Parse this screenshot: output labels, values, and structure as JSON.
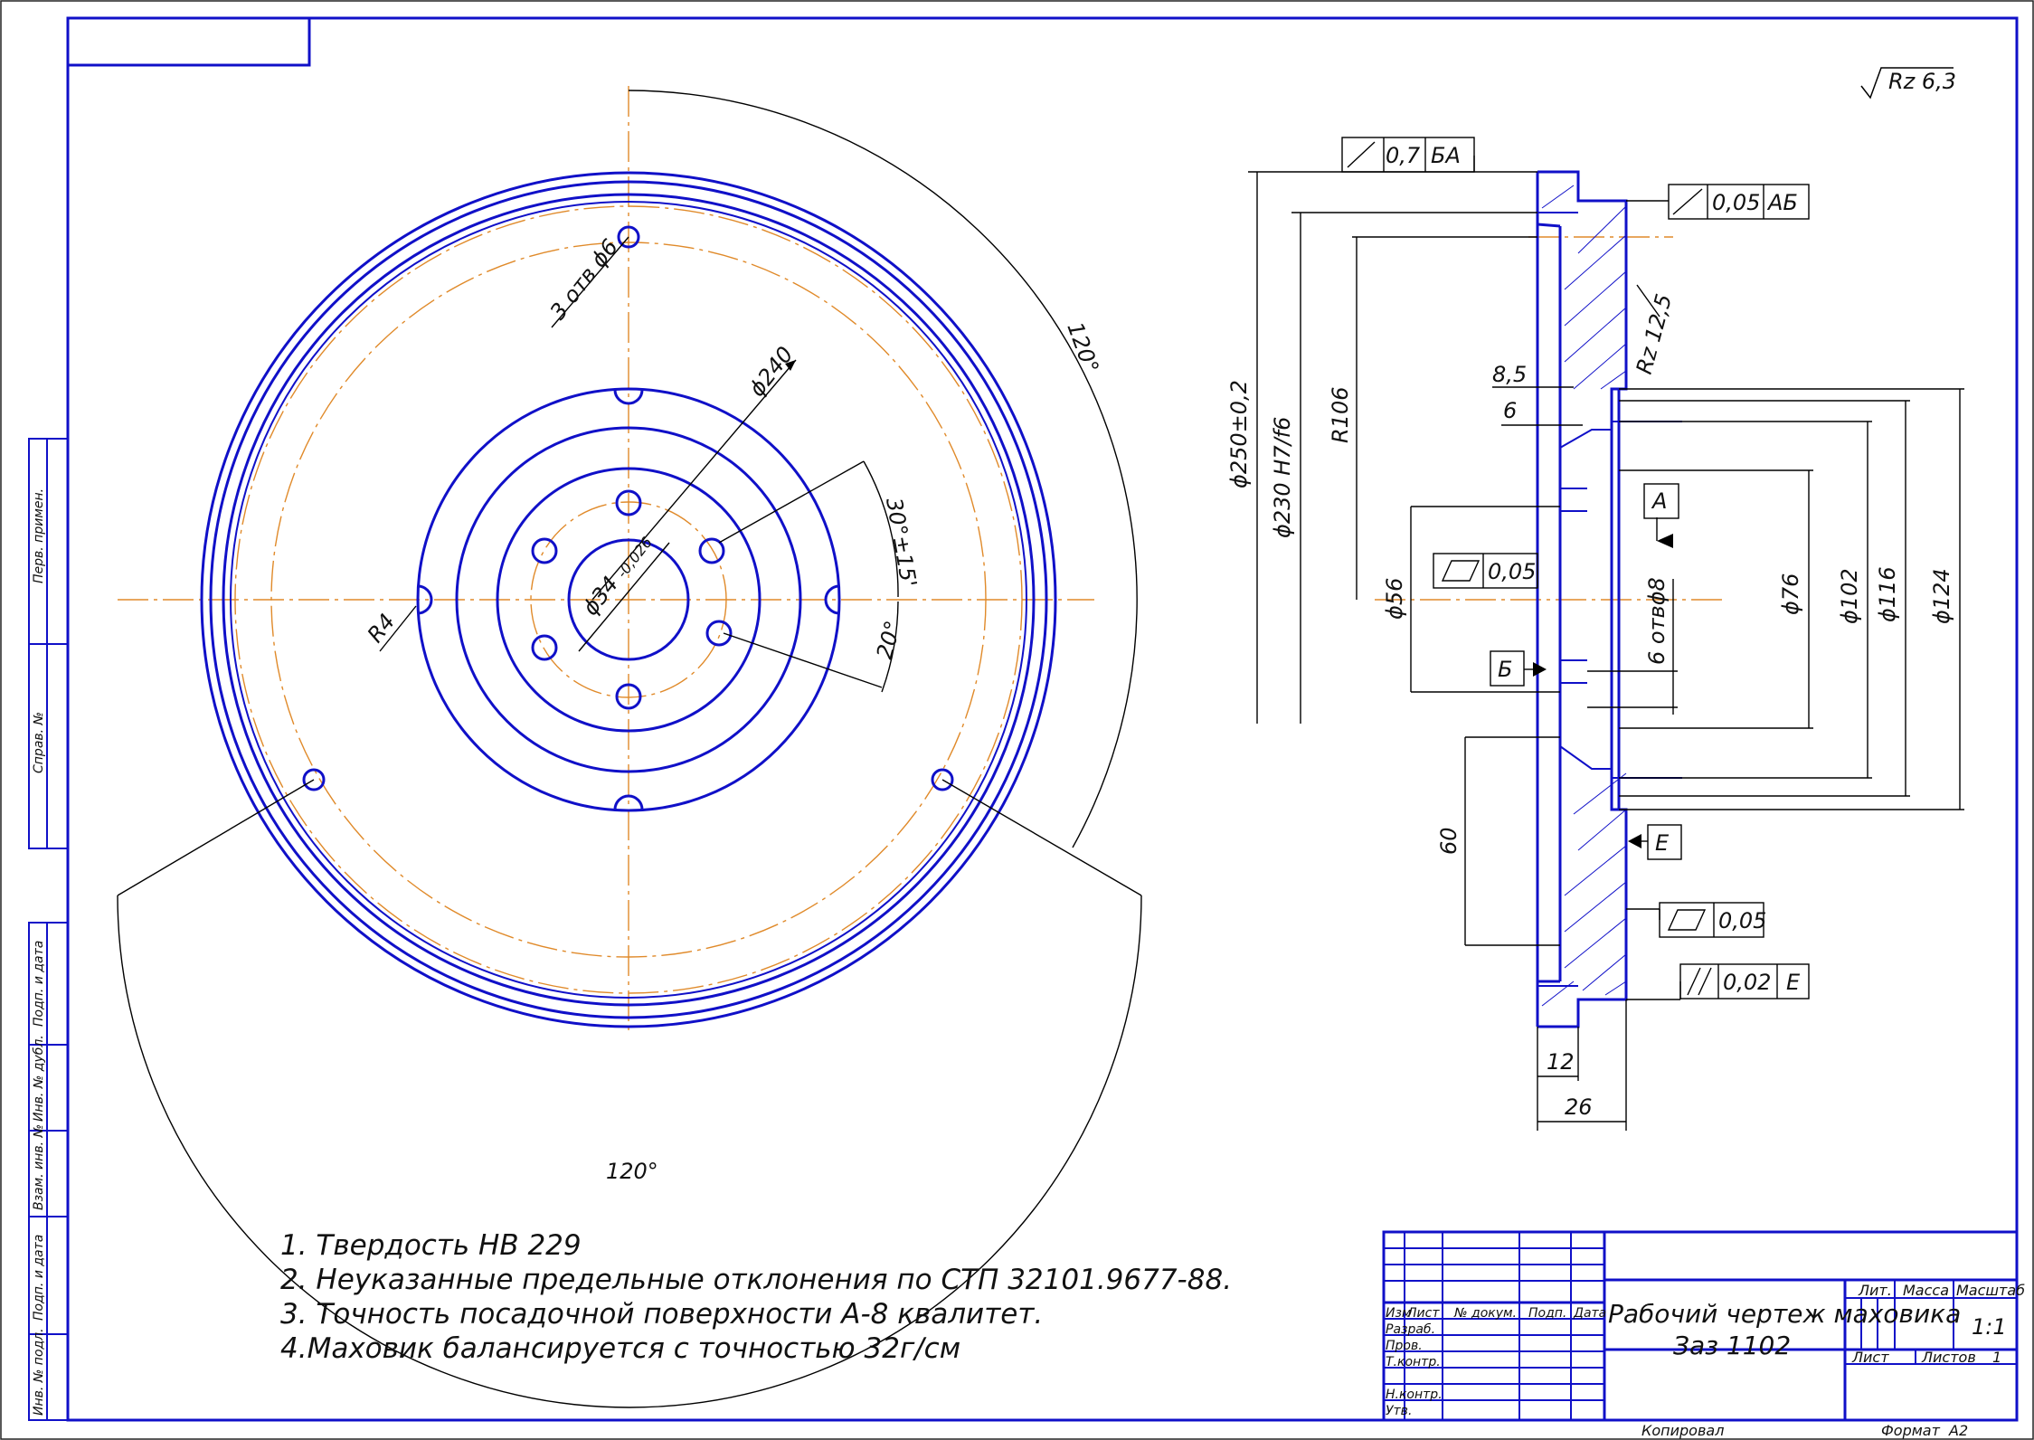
{
  "surface_finish": "Rz 6,3",
  "notes": [
    "1. Твердость НВ 229",
    "2. Неуказанные предельные отклонения по СТП 32101.9677-88.",
    "3. Точность посадочной поверхности А-8 квалитет.",
    "4.Маховик балансируется с точностью 32г/см"
  ],
  "front_view": {
    "dim_holes": "3 отв ϕ6",
    "dim_bolt_circle": "ϕ240",
    "dim_angle_top": "120°",
    "dim_angle_bottom": "120°",
    "dim_angle_30": "30°±15'",
    "dim_angle_20": "20°",
    "dim_radius": "R4",
    "dim_bore": "ϕ34",
    "dim_bore_tol": "-0,026"
  },
  "section_view": {
    "tol_top_left": [
      "0,7",
      "БА"
    ],
    "tol_top_right": [
      "0,05",
      "АБ"
    ],
    "tol_flat_left": "0,05",
    "tol_flat_right": "0,05",
    "tol_parallel": [
      "0,02",
      "Е"
    ],
    "roughness": "Rz 12,5",
    "d250": "ϕ250±0,2",
    "d230": "ϕ230 H7/f6",
    "r106": "R106",
    "d56": "ϕ56",
    "d76": "ϕ76",
    "d102": "ϕ102",
    "d116": "ϕ116",
    "d124": "ϕ124",
    "holes8": "6 отвϕ8",
    "dim_85": "8,5",
    "dim_6": "6",
    "dim_60": "60",
    "dim_12": "12",
    "dim_26": "26",
    "datum_a": "А",
    "datum_b": "Б",
    "datum_e": "Е"
  },
  "side_labels": [
    "Перв. примен.",
    "Справ. №",
    "Подп. и дата",
    "Инв. № дубл.",
    "Взам. инв. №",
    "Подп. и дата",
    "Инв. № подл."
  ],
  "title_block": {
    "title_line1": "Рабочий чертеж маховика",
    "title_line2": "Заз 1102",
    "col_izm": "Изм",
    "col_list": "Лист",
    "col_doc": "№ докум.",
    "col_podp": "Подп.",
    "col_data": "Дата",
    "row_razrab": "Разраб.",
    "row_prov": "Пров.",
    "row_tkontr": "Т.контр.",
    "row_nkontr": "Н.контр.",
    "row_utv": "Утв.",
    "lit": "Лит.",
    "massa": "Масса",
    "masshtab": "Масштаб",
    "scale_value": "1:1",
    "list": "Лист",
    "listov": "Листов",
    "listov_value": "1",
    "kopiroval": "Копировал",
    "format": "Формат",
    "format_value": "А2"
  }
}
